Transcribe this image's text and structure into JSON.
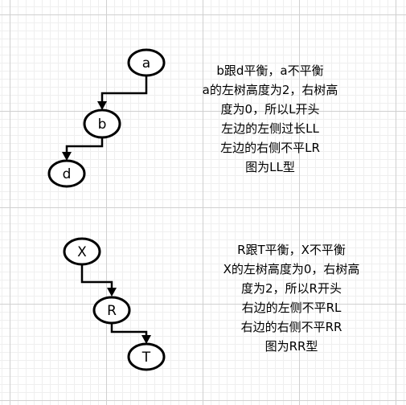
{
  "ll_example": {
    "nodes": {
      "a": "a",
      "b": "b",
      "d": "d"
    },
    "description": [
      "b跟d平衡，a不平衡",
      "a的左树高度为2，右树高",
      "度为0，所以L开头",
      "左边的左侧过长LL",
      "左边的右侧不平LR",
      "图为LL型"
    ]
  },
  "rr_example": {
    "nodes": {
      "x": "X",
      "r": "R",
      "t": "T"
    },
    "description": [
      "R跟T平衡，X不平衡",
      "X的左树高度为0，右树高",
      "度为2，所以R开头",
      "右边的左侧不平RL",
      "右边的右侧不平RR",
      "图为RR型"
    ]
  }
}
